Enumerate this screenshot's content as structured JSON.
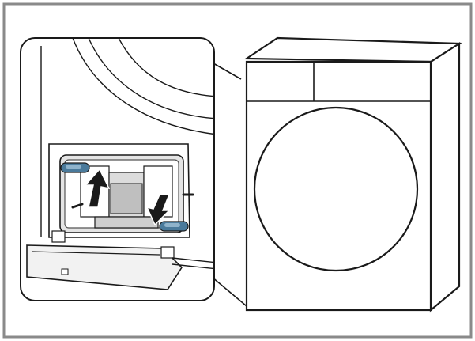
{
  "figure": {
    "description_free": true,
    "panels": {
      "detail": {
        "icon": "magnified-detail-callout"
      },
      "machine": {
        "icon": "washing-machine"
      }
    },
    "arrows": [
      {
        "name": "up-arrow-icon",
        "direction": "up"
      },
      {
        "name": "down-arrow-icon",
        "direction": "down"
      }
    ],
    "colors": {
      "stroke": "#1a1a1a",
      "frame": "#7f7f7f",
      "hatch_tint": "#d9d9d9",
      "handle_blue": "#4a7a9b",
      "handle_blue_light": "#8fb3cb",
      "background": "#ffffff"
    }
  }
}
